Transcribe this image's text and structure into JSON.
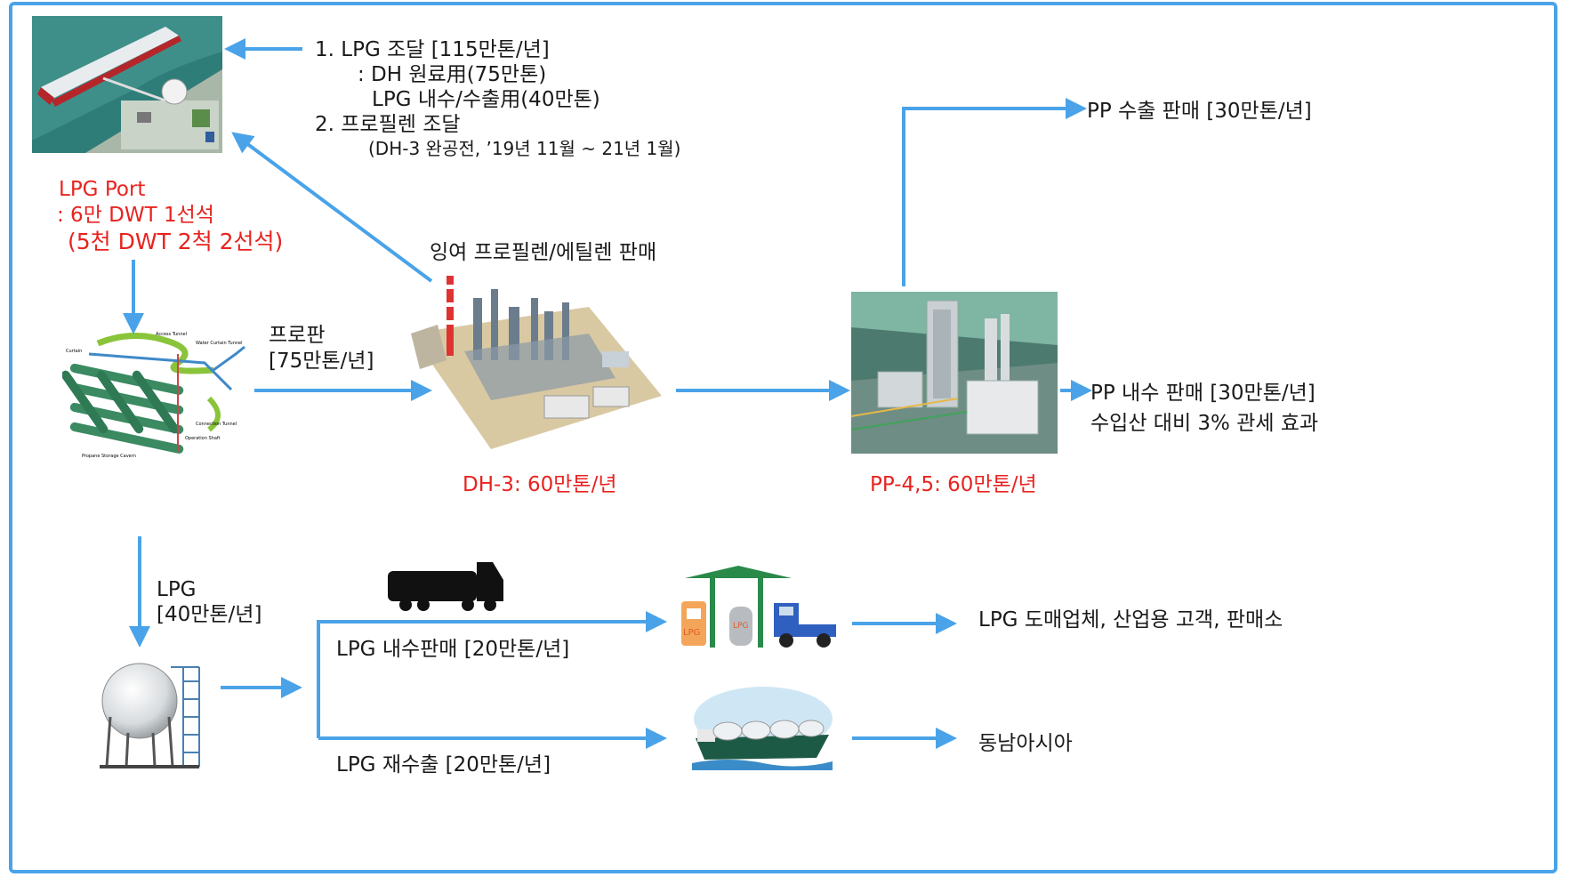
{
  "procurement": {
    "line1": "1.  LPG 조달 [115만톤/년]",
    "line2": ": DH 원료用(75만톤)",
    "line3": "LPG 내수/수출用(40만톤)",
    "line4": "2. 프로필렌 조달",
    "line5": "(DH-3 완공전, ’19년 11월 ~ 21년 1월)"
  },
  "port": {
    "line1": "LPG Port",
    "line2": ": 6만 DWT 1선석",
    "line3": "(5천 DWT 2척 2선석)"
  },
  "surplus_label": "잉여 프로필렌/에틸렌 판매",
  "propane_flow": {
    "line1": "프로판",
    "line2": "[75만톤/년]"
  },
  "dh3_label": "DH-3: 60만톤/년",
  "pp_label": "PP-4,5: 60만톤/년",
  "pp_export": "PP 수출 판매 [30만톤/년]",
  "pp_domestic": {
    "line1": "PP 내수 판매 [30만톤/년]",
    "line2": "수입산 대비 3% 관세 효과"
  },
  "lpg_flow": {
    "line1": "LPG",
    "line2": "[40만톤/년]"
  },
  "lpg_domestic_sale": "LPG 내수판매 [20만톤/년]",
  "lpg_reexport": "LPG  재수출 [20만톤/년]",
  "lpg_customers": "LPG 도매업체, 산업용 고객, 판매소",
  "southeast_asia": "동남아시아",
  "cavern_labels": {
    "access": "Access Tunnel",
    "water": "Water Curtain Tunnel",
    "connection": "Connection Tunnel",
    "shaft": "Operation Shaft",
    "storage": "Propane Storage Cavern",
    "curtain": "Curtain"
  },
  "station_tags": {
    "pump": "LPG",
    "cylinder": "LPG"
  },
  "colors": {
    "arrow": "#4aa3e8",
    "highlight": "#e8231f",
    "frame": "#4aa3e8"
  }
}
